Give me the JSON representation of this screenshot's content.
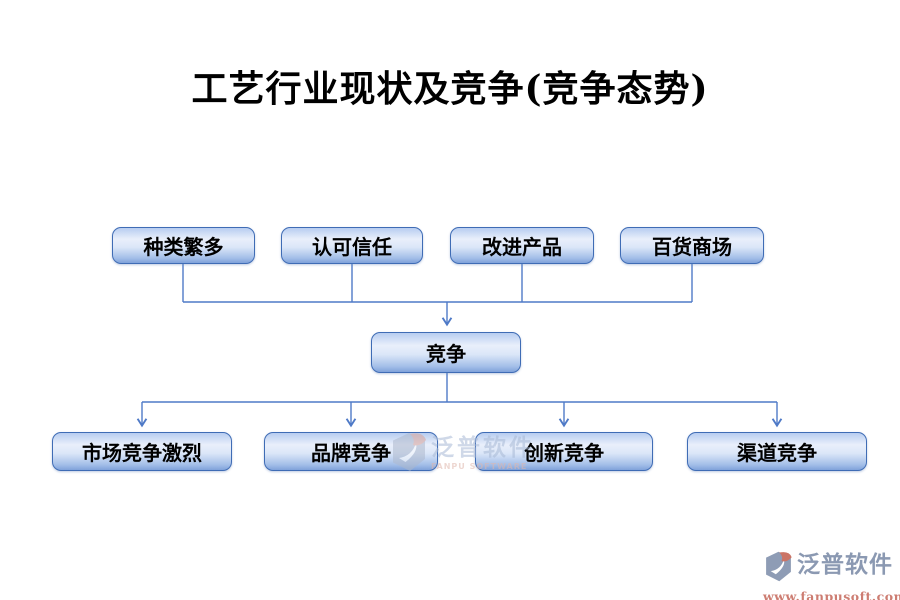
{
  "title": "工艺行业现状及竞争(竞争态势)",
  "diagram": {
    "top_row": [
      {
        "label": "种类繁多"
      },
      {
        "label": "认可信任"
      },
      {
        "label": "改进产品"
      },
      {
        "label": "百货商场"
      }
    ],
    "center_node": {
      "label": "竞争"
    },
    "bottom_row": [
      {
        "label": "市场竞争激烈"
      },
      {
        "label": "品牌竞争"
      },
      {
        "label": "创新竞争"
      },
      {
        "label": "渠道竞争"
      }
    ]
  },
  "watermark": {
    "brand": "泛普软件",
    "brand_en": "FANPU SOFTWARE"
  },
  "footer_logo": {
    "brand": "泛普软件",
    "website": "www.fanpusoft.com"
  },
  "colors": {
    "node_border": "#3f6cb5",
    "connector": "#4f7ac7",
    "node_fill_top": "#b7cdf0",
    "node_fill_light": "#e9effb",
    "node_fill_bottom": "#7fa2da",
    "watermark_text": "#a9bad6",
    "footer_brand_text": "#8b99b2",
    "footer_url_text": "#cd7d72"
  }
}
